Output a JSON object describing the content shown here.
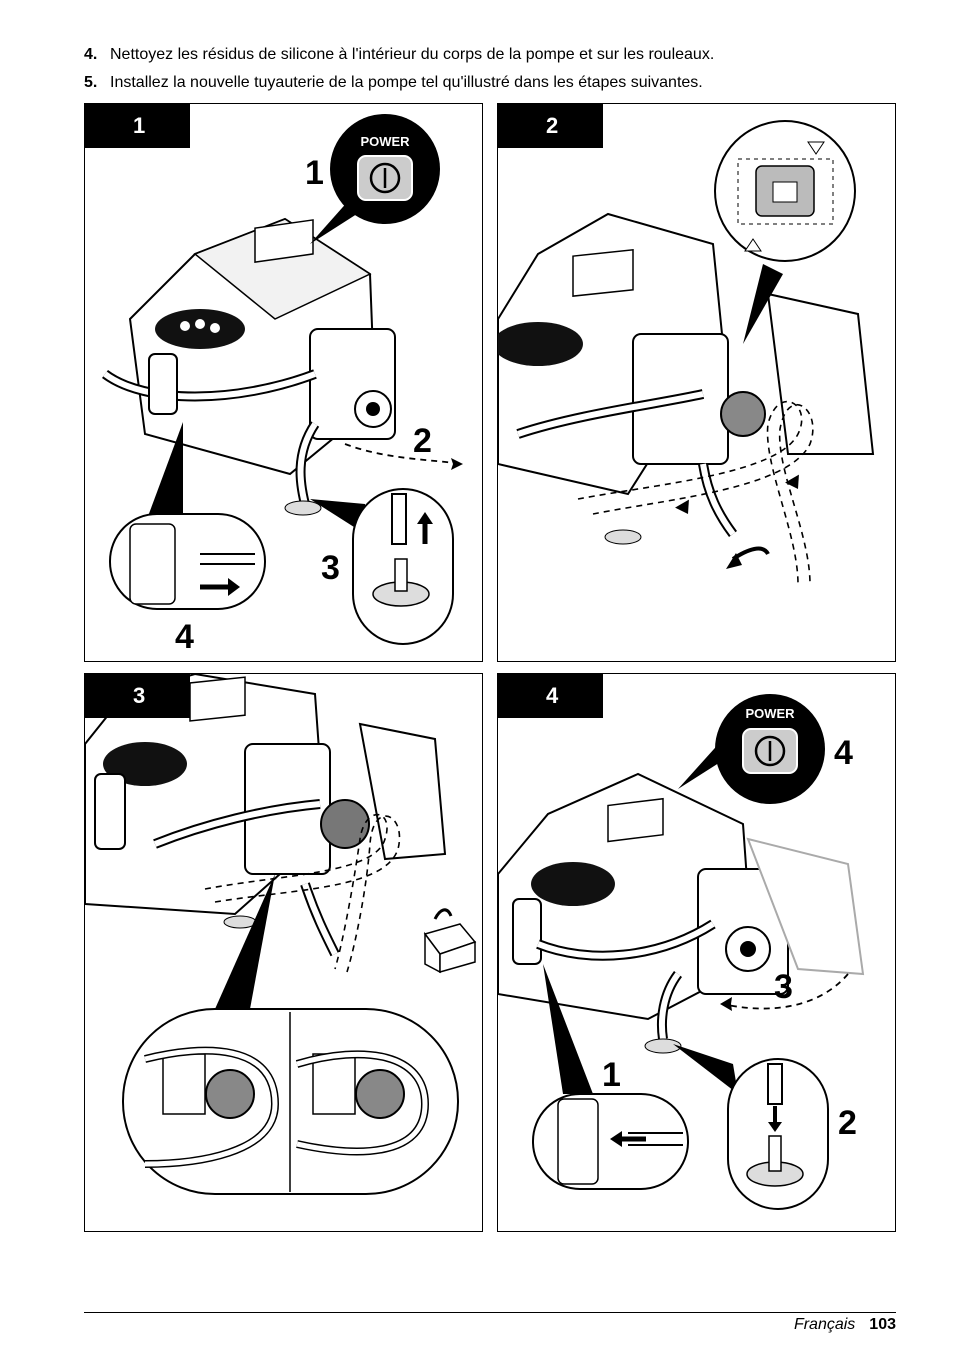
{
  "steps": [
    {
      "number": "4.",
      "text": "Nettoyez les résidus de silicone à l'intérieur du corps de la pompe et sur les rouleaux."
    },
    {
      "number": "5.",
      "text": "Installez la nouvelle tuyauterie de la pompe tel qu'illustré dans les étapes suivantes."
    }
  ],
  "panels": [
    {
      "tab": "1",
      "power_label": "POWER",
      "callouts": [
        "1",
        "2",
        "3",
        "4"
      ]
    },
    {
      "tab": "2"
    },
    {
      "tab": "3"
    },
    {
      "tab": "4",
      "power_label": "POWER",
      "callouts": [
        "4",
        "3",
        "1",
        "2"
      ]
    }
  ],
  "footer": {
    "language": "Français",
    "page_number": "103"
  }
}
